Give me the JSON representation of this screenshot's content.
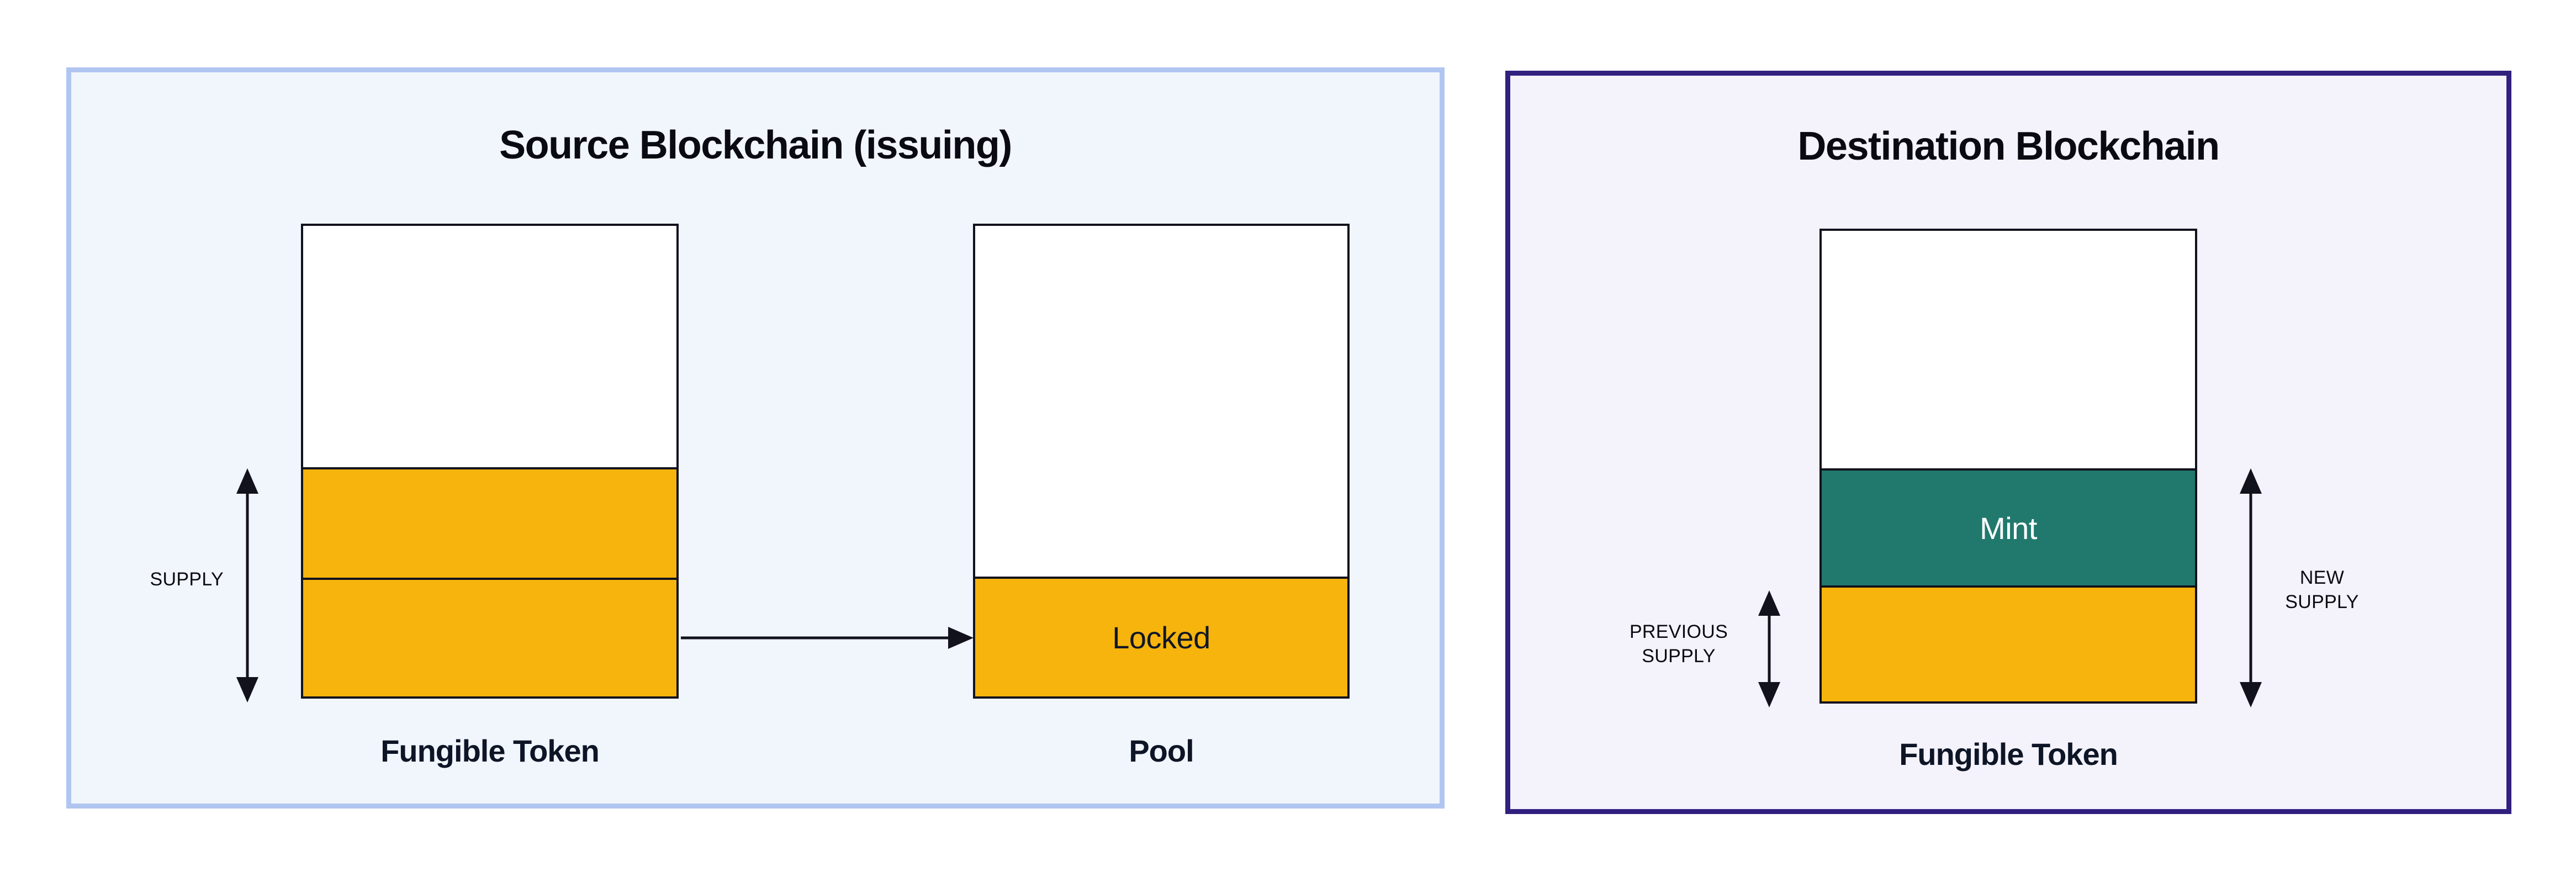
{
  "source_panel": {
    "title": "Source Blockchain (issuing)",
    "supply_label": "SUPPLY",
    "fungible_token": {
      "label": "Fungible Token"
    },
    "pool": {
      "label": "Pool",
      "locked_label": "Locked"
    }
  },
  "destination_panel": {
    "title": "Destination Blockchain",
    "previous_supply_label": [
      "PREVIOUS",
      "SUPPLY"
    ],
    "new_supply_label": [
      "NEW",
      "SUPPLY"
    ],
    "fungible_token": {
      "label": "Fungible Token",
      "mint_label": "Mint"
    }
  },
  "colors": {
    "token_fill": "#F6B40C",
    "mint_fill": "#21796D",
    "source_panel_bg": "#F1F5FC",
    "source_panel_border": "#B0C6F1",
    "destination_panel_bg": "#F4F2FB",
    "destination_panel_border": "#31207E",
    "outline": "#12121C",
    "text": "#0D1322",
    "mint_text": "#FFFFFF"
  }
}
